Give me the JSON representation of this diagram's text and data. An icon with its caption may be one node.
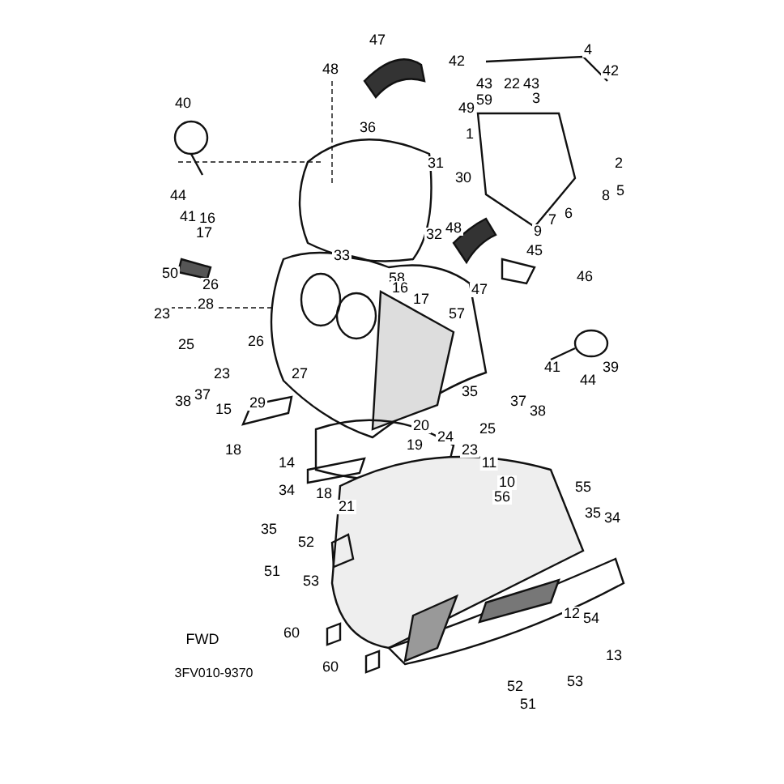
{
  "diagram": {
    "labels": [
      "47",
      "4",
      "42",
      "48",
      "42",
      "43",
      "22",
      "43",
      "3",
      "59",
      "40",
      "49",
      "36",
      "1",
      "2",
      "31",
      "30",
      "5",
      "44",
      "8",
      "6",
      "41",
      "16",
      "7",
      "48",
      "9",
      "17",
      "32",
      "45",
      "33",
      "50",
      "46",
      "58",
      "26",
      "16",
      "47",
      "17",
      "28",
      "57",
      "23",
      "26",
      "25",
      "39",
      "41",
      "23",
      "27",
      "44",
      "35",
      "37",
      "38",
      "29",
      "37",
      "38",
      "15",
      "20",
      "25",
      "24",
      "19",
      "23",
      "18",
      "11",
      "14",
      "10",
      "55",
      "34",
      "18",
      "56",
      "21",
      "35",
      "34",
      "35",
      "52",
      "51",
      "53",
      "12",
      "54",
      "60",
      "FWD",
      "13",
      "60",
      "3FV010-9370",
      "53",
      "52",
      "51"
    ]
  }
}
